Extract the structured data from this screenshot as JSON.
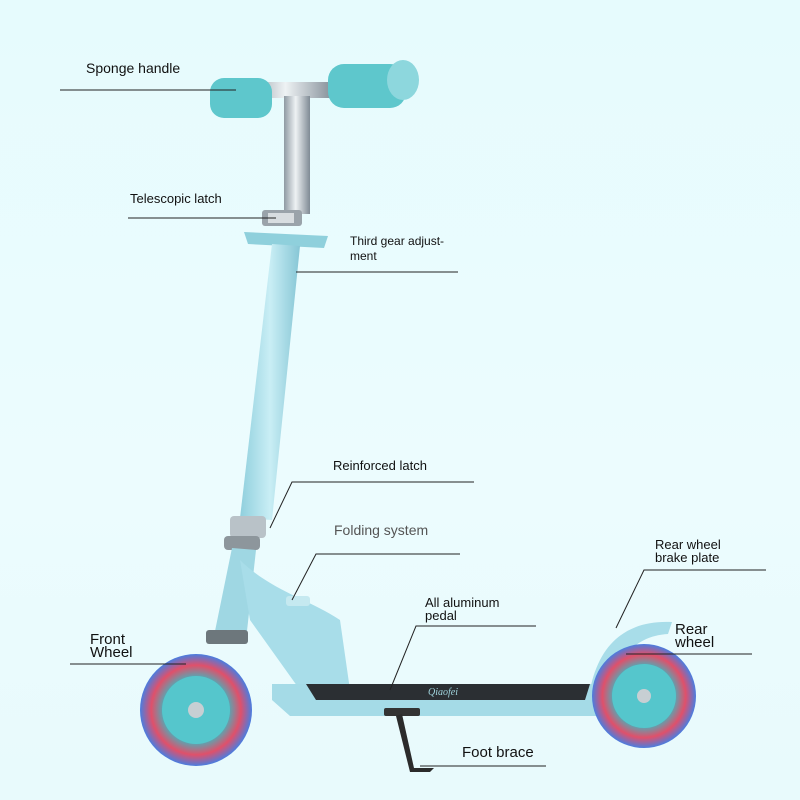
{
  "labels": {
    "sponge_handle": "Sponge handle",
    "telescopic_latch": "Telescopic latch",
    "third_gear_line1": "Third gear adjust-",
    "third_gear_line2": "ment",
    "reinforced_latch": "Reinforced latch",
    "folding_system": "Folding system",
    "rear_brake_line1": "Rear wheel",
    "rear_brake_line2": "brake plate",
    "aluminum_pedal_line1": "All aluminum",
    "aluminum_pedal_line2": "pedal",
    "front_wheel_line1": "Front",
    "front_wheel_line2": "Wheel",
    "rear_wheel_line1": "Rear",
    "rear_wheel_line2": "wheel",
    "foot_brace": "Foot brace"
  },
  "colors": {
    "background": "#e9fbfd",
    "scooter_body": "#a8dde9",
    "grip": "#5ec7cc",
    "leader_line": "#222222"
  }
}
